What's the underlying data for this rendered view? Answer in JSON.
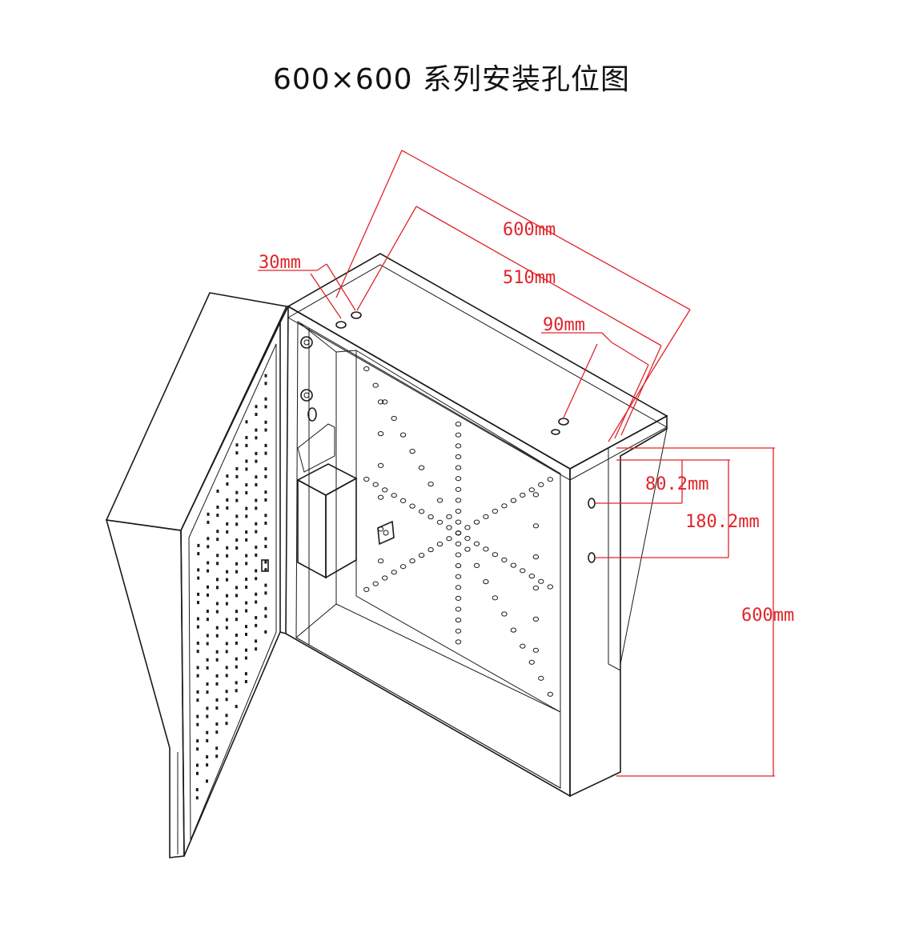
{
  "title": "600×600 系列安装孔位图",
  "dimensions": {
    "width_total": "600mm",
    "hole_spacing": "510mm",
    "edge_offset_left": "30mm",
    "edge_offset_right": "90mm",
    "side_hole_1": "80.2mm",
    "side_hole_2": "180.2mm",
    "height_total": "600mm"
  },
  "colors": {
    "dimension": "#e0242a",
    "ink": "#1a1a1a"
  }
}
